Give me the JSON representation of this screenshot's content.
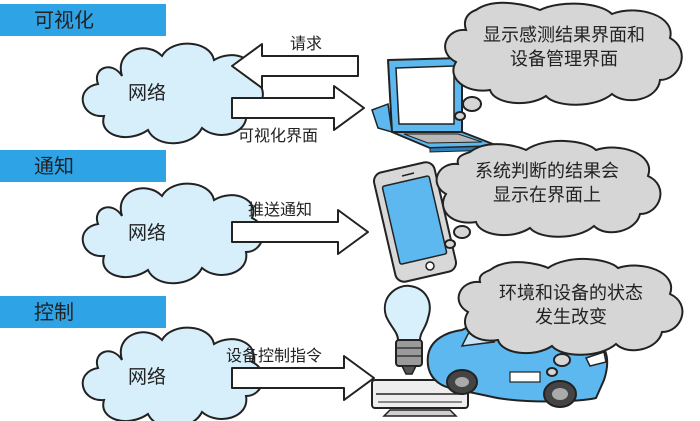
{
  "sections": [
    {
      "label": "可视化",
      "cloud_text": "网络",
      "arrows": [
        "请求",
        "可视化界面"
      ],
      "bubble_lines": [
        "显示感测结果界面和",
        "设备管理界面"
      ],
      "device_icon": "laptop-icon"
    },
    {
      "label": "通知",
      "cloud_text": "网络",
      "arrows": [
        "推送通知"
      ],
      "bubble_lines": [
        "系统判断的结果会",
        "显示在界面上"
      ],
      "device_icon": "smartphone-icon"
    },
    {
      "label": "控制",
      "cloud_text": "网络",
      "arrows": [
        "设备控制指令"
      ],
      "bubble_lines": [
        "环境和设备的状态",
        "发生改变"
      ],
      "device_icon": "devices-icon"
    }
  ],
  "colors": {
    "label_bg": "#2ea3e6",
    "cloud_fill": "#d7effb",
    "bubble_fill": "#d6d6d6",
    "device_blue": "#5cb8ee",
    "arrow_fill": "#ffffff",
    "outline": "#222222"
  }
}
